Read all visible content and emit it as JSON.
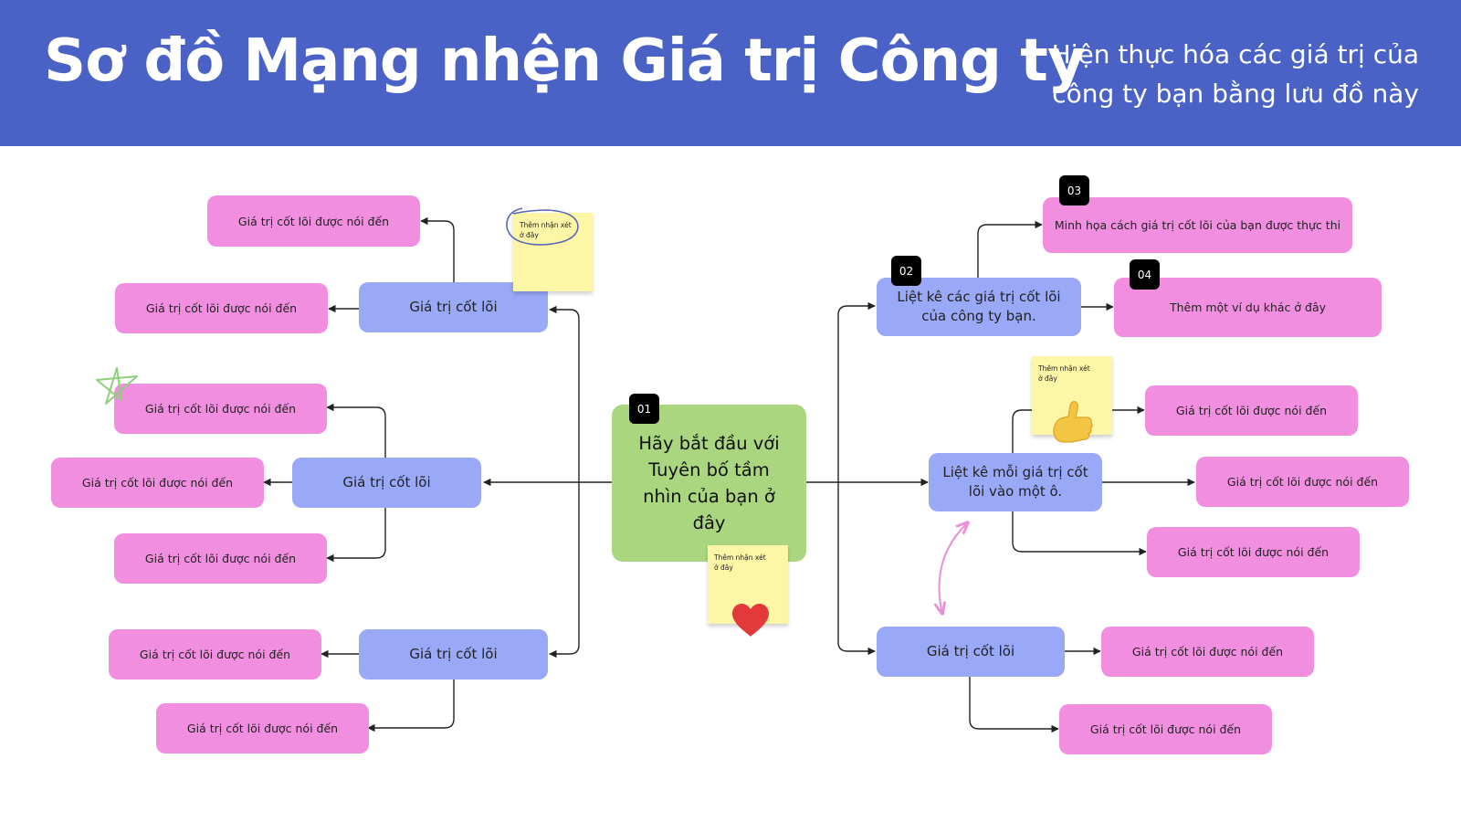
{
  "header": {
    "title": "Sơ đồ Mạng nhện Giá trị Công ty",
    "subtitle": "Hiện thực hóa các giá trị của công ty bạn bằng lưu đồ này"
  },
  "center": {
    "badge": "01",
    "text": "Hãy bắt đầu với Tuyên bố tầm nhìn của bạn ở đây"
  },
  "left": {
    "branch_top": {
      "label": "Giá trị cốt lõi",
      "leaves": [
        "Giá trị cốt lõi được nói đến",
        "Giá trị cốt lõi được nói đến"
      ]
    },
    "branch_mid": {
      "label": "Giá trị cốt lõi",
      "leaves": [
        "Giá trị cốt lõi được nói đến",
        "Giá trị cốt lõi được nói đến",
        "Giá trị cốt lõi được nói đến"
      ]
    },
    "branch_bottom": {
      "label": "Giá trị cốt lõi",
      "leaves": [
        "Giá trị cốt lõi được nói đến",
        "Giá trị cốt lõi được nói đến"
      ]
    }
  },
  "right": {
    "branch_top": {
      "badge": "02",
      "label": "Liệt kê các giá trị cốt lõi của công ty bạn.",
      "leaf_a": {
        "badge": "03",
        "text": "Minh họa cách giá trị cốt lõi của bạn được thực thi"
      },
      "leaf_b": {
        "badge": "04",
        "text": "Thêm một ví dụ khác ở đây"
      }
    },
    "branch_mid": {
      "label": "Liệt kê mỗi giá trị cốt lõi vào một ô.",
      "leaves": [
        "Giá trị cốt lõi được nói đến",
        "Giá trị cốt lõi được nói đến",
        "Giá trị cốt lõi được nói đến"
      ]
    },
    "branch_bottom": {
      "label": "Giá trị cốt lõi",
      "leaves": [
        "Giá trị cốt lõi được nói đến",
        "Giá trị cốt lõi được nói đến"
      ]
    }
  },
  "stickies": {
    "top_left": "Thêm nhận xét ở đây",
    "center": "Thêm nhận xét ở đây",
    "right": "Thêm nhận xét ở đây"
  },
  "icons": [
    "heart-icon",
    "thumbs-up-icon",
    "star-doodle-icon",
    "circle-doodle-icon",
    "double-arrow-doodle-icon"
  ],
  "colors": {
    "header_bg": "#4a62c6",
    "leaf_pink": "#f18ee0",
    "branch_blue": "#99a9f8",
    "center_green": "#a9d67e",
    "sticky_yellow": "#fdf6a6",
    "badge_black": "#000000"
  }
}
